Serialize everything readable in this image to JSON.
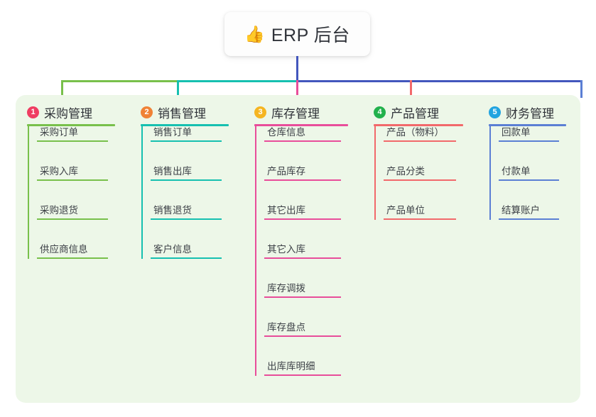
{
  "root": {
    "icon": "thumbs-up-icon",
    "emoji": "👍",
    "title": "ERP 后台"
  },
  "palette": {
    "panel_bg": "#edf7e8",
    "card_bg": "#fdfdfd",
    "text": "#2f3238",
    "trunk": "#4356bd",
    "connector_left": "#78c04b",
    "connector_mid": "#16c0b0",
    "connector_right": "#4356bd"
  },
  "branches": [
    {
      "number": "1",
      "title": "采购管理",
      "color": "#78c04b",
      "badge_color": "#ef3d62",
      "items": [
        "采购订单",
        "采购入库",
        "采购退货",
        "供应商信息"
      ]
    },
    {
      "number": "2",
      "title": "销售管理",
      "color": "#16c0b0",
      "badge_color": "#f08236",
      "items": [
        "销售订单",
        "销售出库",
        "销售退货",
        "客户信息"
      ]
    },
    {
      "number": "3",
      "title": "库存管理",
      "color": "#e84d9a",
      "badge_color": "#f5b521",
      "items": [
        "仓库信息",
        "产品库存",
        "其它出库",
        "其它入库",
        "库存调拨",
        "库存盘点",
        "出库库明细"
      ]
    },
    {
      "number": "4",
      "title": "产品管理",
      "color": "#f2696b",
      "badge_color": "#22b14c",
      "items": [
        "产品（物料）",
        "产品分类",
        "产品单位"
      ]
    },
    {
      "number": "5",
      "title": "财务管理",
      "color": "#5b7fd4",
      "badge_color": "#22a4e0",
      "items": [
        "回款单",
        "付款单",
        "结算账户"
      ]
    }
  ]
}
